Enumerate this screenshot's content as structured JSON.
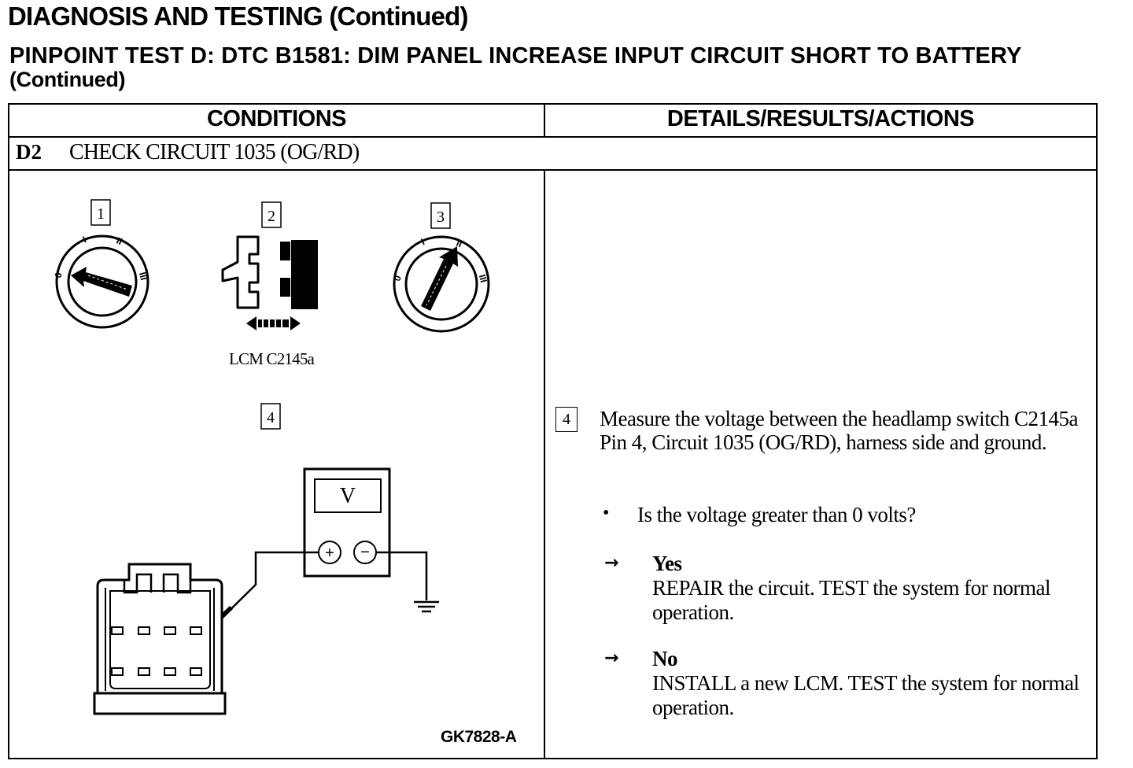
{
  "page": {
    "section_title": "DIAGNOSIS AND TESTING (Continued)",
    "test_title": "PINPOINT TEST D: DTC B1581: DIM PANEL INCREASE INPUT CIRCUIT SHORT TO BATTERY",
    "test_title_cont": "(Continued)"
  },
  "table": {
    "col_conditions": "CONDITIONS",
    "col_details": "DETAILS/RESULTS/ACTIONS",
    "step_id": "D2",
    "step_title": "CHECK CIRCUIT 1035 (OG/RD)"
  },
  "illustration": {
    "step1": "1",
    "step2": "2",
    "step3": "3",
    "step4": "4",
    "switch1_labels": [
      "0",
      "I",
      "II",
      "III"
    ],
    "switch3_labels": [
      "0",
      "I",
      "II",
      "III"
    ],
    "connector_label": "LCM C2145a",
    "meter_display": "V",
    "meter_plus": "+",
    "meter_minus": "−",
    "figure_id": "GK7828-A"
  },
  "details": {
    "step_ref": "4",
    "instruction": "Measure the voltage between the headlamp switch C2145a Pin 4, Circuit 1035 (OG/RD), harness side and ground.",
    "bullet": "•",
    "question": "Is the voltage greater than 0 volts?",
    "answers": [
      {
        "arrow": "→",
        "label": "Yes",
        "action": "REPAIR the circuit. TEST the system for normal operation."
      },
      {
        "arrow": "→",
        "label": "No",
        "action": "INSTALL a new LCM. TEST the system for normal operation."
      }
    ]
  }
}
